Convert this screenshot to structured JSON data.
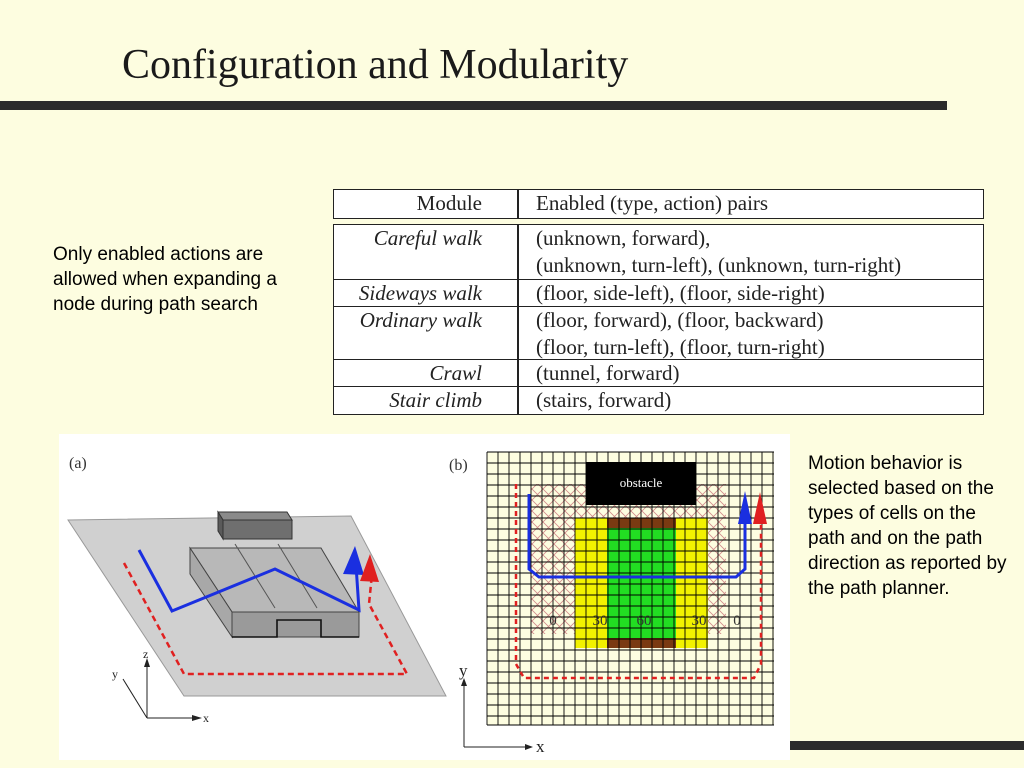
{
  "title": "Configuration and Modularity",
  "notes": {
    "left": "Only enabled actions are allowed when expanding a node during path search",
    "right": "Motion behavior is selected based on the types of cells on the path and on the path direction as reported by the path planner."
  },
  "table": {
    "header": {
      "module": "Module",
      "pairs": "Enabled (type, action) pairs"
    },
    "rows": [
      {
        "module": "Careful walk",
        "lines": [
          "(unknown, forward),",
          "(unknown, turn-left), (unknown, turn-right)"
        ]
      },
      {
        "module": "Sideways walk",
        "lines": [
          "(floor, side-left), (floor, side-right)"
        ]
      },
      {
        "module": "Ordinary walk",
        "lines": [
          "(floor, forward), (floor, backward)",
          "(floor, turn-left), (floor, turn-right)"
        ]
      },
      {
        "module": "Crawl",
        "lines": [
          "(tunnel, forward)"
        ]
      },
      {
        "module": "Stair climb",
        "lines": [
          "(stairs, forward)"
        ]
      }
    ]
  },
  "figure": {
    "panel_a": {
      "label": "(a)",
      "axes": {
        "x": "x",
        "y": "y",
        "z": "z"
      }
    },
    "panel_b": {
      "label": "(b)",
      "obstacle_label": "obstacle",
      "axes": {
        "x": "x",
        "y": "y"
      },
      "cost_labels": [
        "0",
        "30",
        "60",
        "30",
        "0"
      ]
    },
    "colors": {
      "planned_path": "#1a2fe0",
      "executed_path": "#e02020",
      "cost_0": "#fdfde0",
      "cost_30": "#f2f200",
      "cost_60": "#22dd22",
      "stairs": "#7a3a12",
      "obstacle": "#000000"
    }
  }
}
